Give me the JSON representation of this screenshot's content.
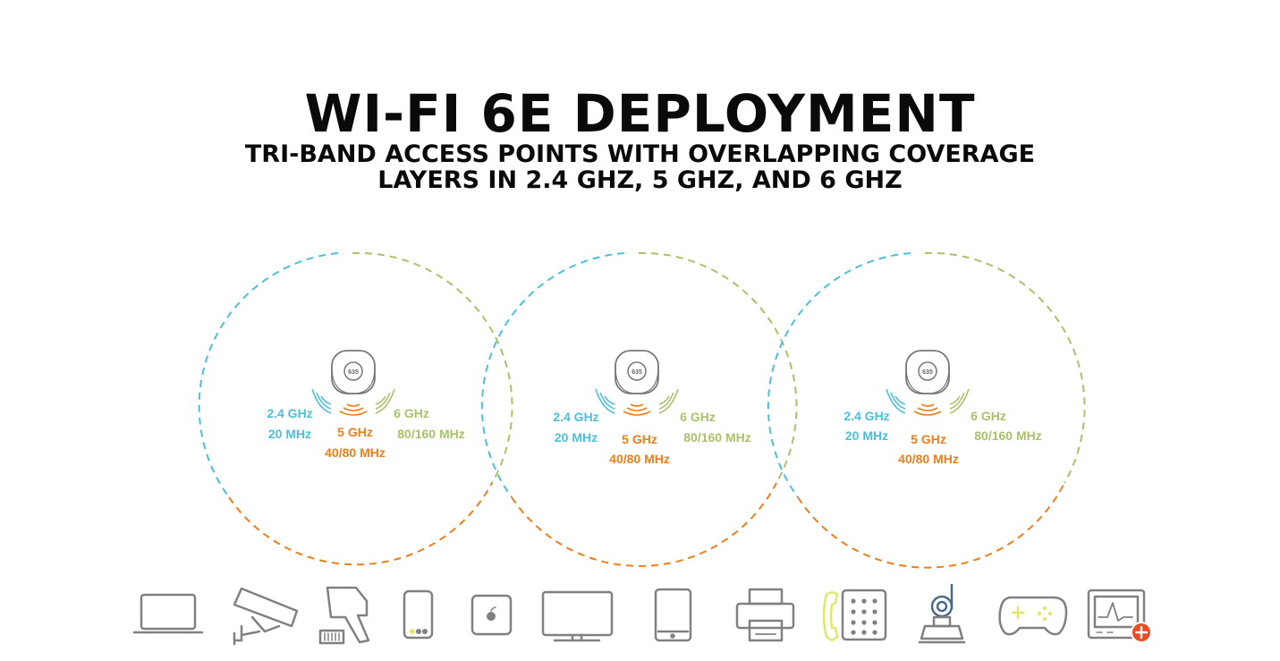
{
  "title": "WI-FI 6E DEPLOYMENT",
  "subtitle_line1": "TRI-BAND ACCESS POINTS WITH OVERLAPPING COVERAGE",
  "subtitle_line2": "LAYERS IN 2.4 GHZ, 5 GHZ, AND 6 GHZ",
  "colors": {
    "band_24": "#4bbfdc",
    "band_5": "#ef7d1a",
    "band_6": "#a9c26a",
    "icon_gray": "#808080",
    "accent_yellow": "#e3e66a",
    "accent_red": "#ef4a23"
  },
  "access_points": [
    {
      "model": "635",
      "band_24": "2.4 GHz",
      "width_24": "20 MHz",
      "band_5": "5 GHz",
      "width_5": "40/80 MHz",
      "band_6": "6 GHz",
      "width_6": "80/160 MHz"
    },
    {
      "model": "635",
      "band_24": "2.4 GHz",
      "width_24": "20 MHz",
      "band_5": "5 GHz",
      "width_5": "40/80 MHz",
      "band_6": "6 GHz",
      "width_6": "80/160 MHz"
    },
    {
      "model": "635",
      "band_24": "2.4 GHz",
      "width_24": "20 MHz",
      "band_5": "5 GHz",
      "width_5": "40/80 MHz",
      "band_6": "6 GHz",
      "width_6": "80/160 MHz"
    }
  ],
  "devices": [
    "laptop-icon",
    "security-camera-icon",
    "barcode-scanner-icon",
    "smartphone-icon",
    "apple-tv-icon",
    "monitor-icon",
    "tablet-icon",
    "printer-icon",
    "desk-phone-icon",
    "industrial-sensor-icon",
    "game-controller-icon",
    "medical-monitor-icon"
  ]
}
